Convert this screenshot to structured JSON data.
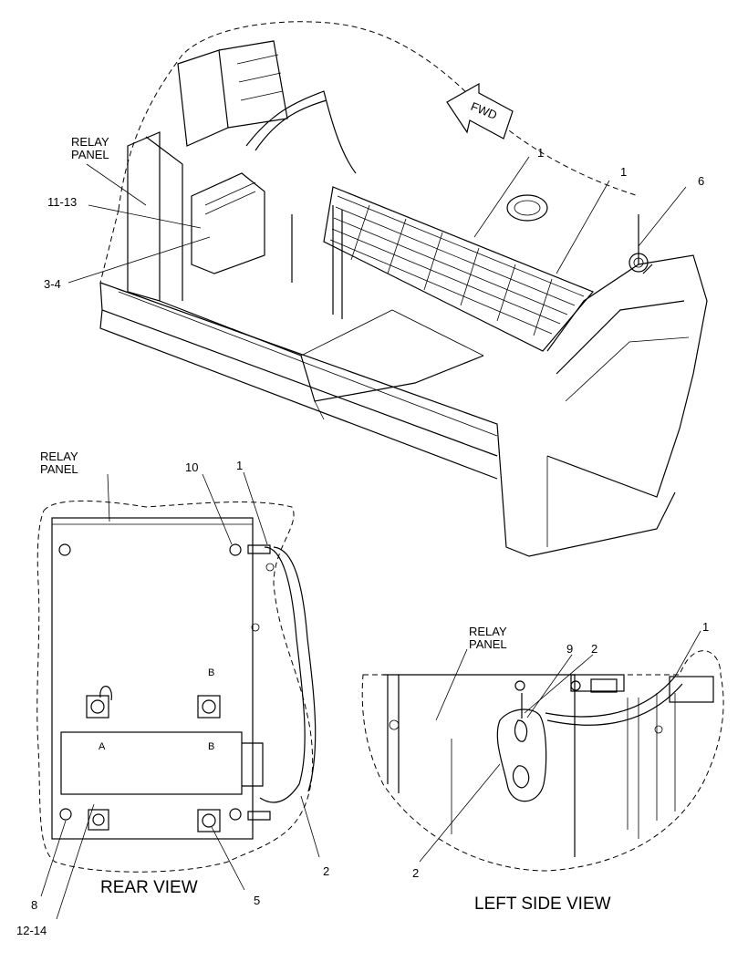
{
  "diagram": {
    "arrow_label": "FWD",
    "relay_panel_line1": "RELAY",
    "relay_panel_line2": "PANEL",
    "callouts": {
      "top_1a": "1",
      "top_1b": "1",
      "top_6": "6",
      "top_11_13": "11-13",
      "top_3_4": "3-4",
      "rear_10": "10",
      "rear_1": "1",
      "rear_2": "2",
      "rear_5": "5",
      "rear_8": "8",
      "rear_12_14": "12-14",
      "left_9": "9",
      "left_2a": "2",
      "left_1": "1",
      "left_2b": "2"
    },
    "box_letters": {
      "a1": "A",
      "b1": "B",
      "b2": "B"
    },
    "captions": {
      "rear_view": "REAR VIEW",
      "left_side_view": "LEFT SIDE VIEW"
    }
  }
}
